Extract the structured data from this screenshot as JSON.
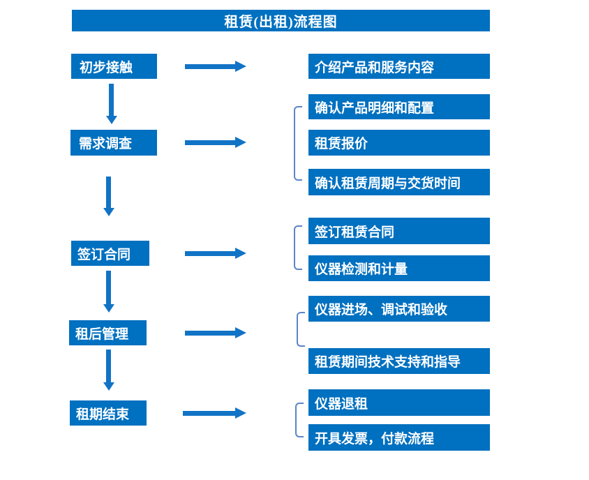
{
  "title": "租赁(出租)流程图",
  "colors": {
    "box_blue": "#0070C0",
    "arrow_blue": "#1173C6",
    "bracket_blue": "#5B84C6",
    "text_white": "#FFFFFF",
    "background": "#FFFFFF"
  },
  "steps": [
    {
      "label": "初步接触",
      "outputs": [
        "介绍产品和服务内容"
      ]
    },
    {
      "label": "需求调查",
      "outputs": [
        "确认产品明细和配置",
        "租赁报价",
        "确认租赁周期与交货时间"
      ]
    },
    {
      "label": "签订合同",
      "outputs": [
        "签订租赁合同",
        "仪器检测和计量"
      ]
    },
    {
      "label": "租后管理",
      "outputs": [
        "仪器进场、调试和验收",
        "租赁期间技术支持和指导"
      ]
    },
    {
      "label": "租期结束",
      "outputs": [
        "仪器退租",
        "开具发票，付款流程"
      ]
    }
  ]
}
